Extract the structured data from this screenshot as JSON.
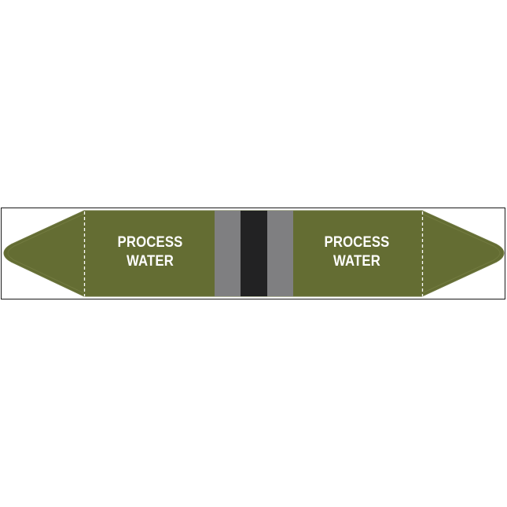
{
  "label": {
    "type": "pipe-marker",
    "colors": {
      "background": "#ffffff",
      "frame": "#1a1a1a",
      "body": "#646d33",
      "body_edge": "#7a8247",
      "text": "#ffffff",
      "stripe_gray": "#7f7f81",
      "stripe_black": "#222223",
      "dash": "#ffffff"
    },
    "left_text": {
      "line1": "PROCESS",
      "line2": "WATER"
    },
    "right_text": {
      "line1": "PROCESS",
      "line2": "WATER"
    },
    "center_band": [
      "gray",
      "black",
      "gray"
    ]
  }
}
